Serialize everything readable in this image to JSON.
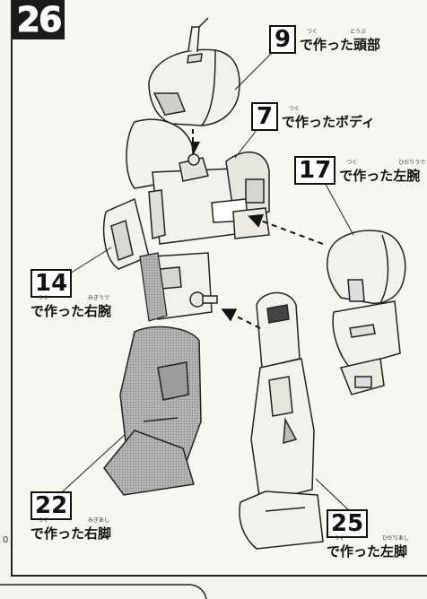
{
  "step": {
    "number": "26"
  },
  "margin": {
    "right_mark": "0"
  },
  "callouts": {
    "head": {
      "number": "9",
      "label": "で作った頭部",
      "ruby_a": "つく",
      "ruby_b": "とうぶ"
    },
    "body": {
      "number": "7",
      "label": "で作ったボディ",
      "ruby_a": "つく"
    },
    "left_arm": {
      "number": "17",
      "label": "で作った左腕",
      "ruby_a": "つく",
      "ruby_b": "ひだりうで"
    },
    "right_arm": {
      "number": "14",
      "label": "で作った右腕",
      "ruby_a": "つく",
      "ruby_b": "みぎうで"
    },
    "right_leg": {
      "number": "22",
      "label": "で作った右脚",
      "ruby_a": "つく",
      "ruby_b": "みぎあし"
    },
    "left_leg": {
      "number": "25",
      "label": "で作った左脚",
      "ruby_a": "つく",
      "ruby_b": "ひだりあし"
    }
  },
  "colors": {
    "ink": "#111111",
    "shade": "#9a9a9a",
    "paper": "#f7f6f1"
  }
}
